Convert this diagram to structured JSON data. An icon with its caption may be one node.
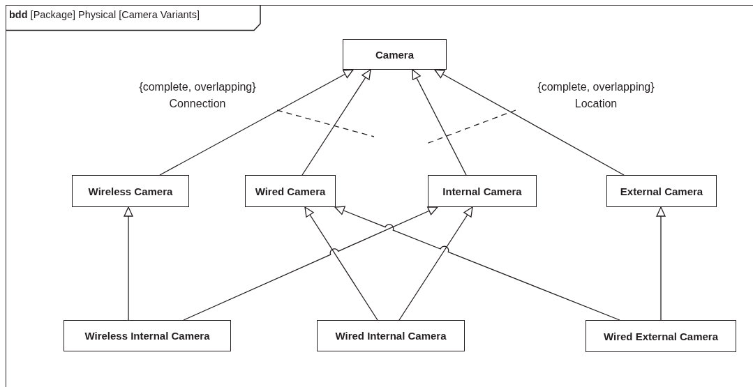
{
  "diagram": {
    "nodes": [
      {
        "text": [
          "**bdd** [Package] Physical [Camera Variants]"
        ]
      },
      {
        "text": [
          "Camera"
        ],
        "in": 0
      },
      {
        "text": [
          "Wireless Camera"
        ],
        "in": 0
      },
      {
        "text": [
          "Wired Camera"
        ],
        "in": 0
      },
      {
        "text": [
          "Internal Camera"
        ],
        "in": 0
      },
      {
        "text": [
          "External Camera"
        ],
        "in": 0
      },
      {
        "text": [
          "Wireless Internal Camera"
        ],
        "in": 0
      },
      {
        "text": [
          "Wired Internal Camera"
        ],
        "in": 0
      },
      {
        "text": [
          "Wired External Camera"
        ],
        "in": 0
      },
      {
        "text": [
          "{complete, overlapping}",
          "Connection"
        ],
        "in": 0
      },
      {
        "text": [
          "{complete, overlapping}",
          "Location"
        ],
        "in": 0
      }
    ],
    "edges": [
      {
        "from": 2,
        "to": 1,
        "arrow": "to"
      },
      {
        "from": 3,
        "to": 1,
        "arrow": "to"
      },
      {
        "from": 4,
        "to": 1,
        "arrow": "to"
      },
      {
        "from": 5,
        "to": 1,
        "arrow": "to"
      },
      {
        "from": 6,
        "to": 2,
        "arrow": "to"
      },
      {
        "from": 6,
        "to": 4,
        "arrow": "to"
      },
      {
        "from": 7,
        "to": 3,
        "arrow": "to"
      },
      {
        "from": 7,
        "to": 4,
        "arrow": "to"
      },
      {
        "from": 8,
        "to": 3,
        "arrow": "to"
      },
      {
        "from": 8,
        "to": 5,
        "arrow": "to"
      },
      {
        "from": 9,
        "to": null,
        "arrow": "none",
        "style": "dashed"
      },
      {
        "from": 10,
        "to": null,
        "arrow": "none",
        "style": "dashed"
      }
    ]
  }
}
